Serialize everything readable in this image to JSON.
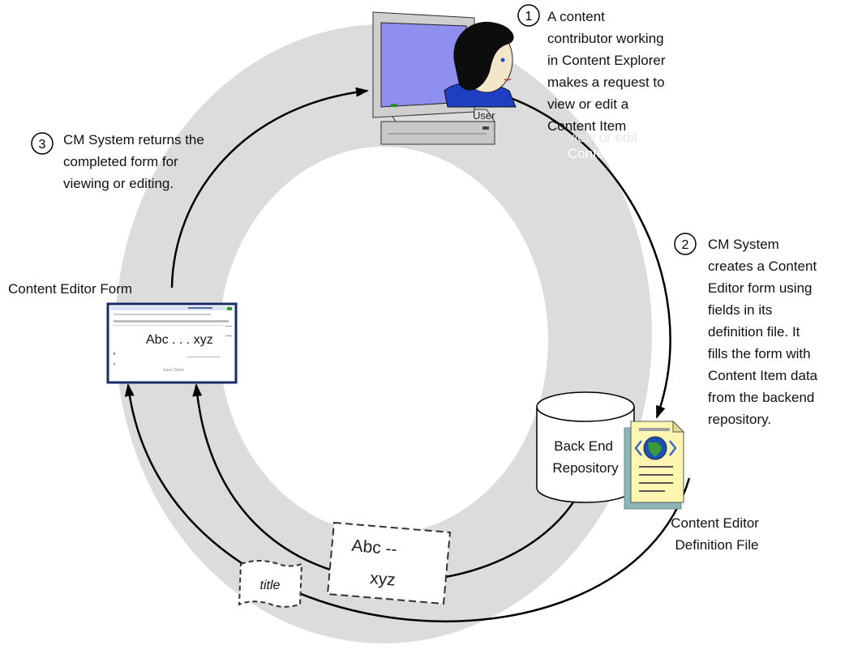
{
  "steps": [
    {
      "number": "1",
      "lines": [
        "A content",
        "contributor working",
        "in Content Explorer",
        "makes a request to",
        "view or edit a",
        "Content Item"
      ]
    },
    {
      "number": "2",
      "lines": [
        "CM System",
        "creates a Content",
        "Editor form using",
        "fields in its",
        "definition file.  It",
        "fills the form with",
        "Content Item data",
        "from the backend",
        "repository."
      ]
    },
    {
      "number": "3",
      "lines": [
        "CM System returns the",
        "completed form for",
        "viewing or editing."
      ]
    }
  ],
  "user_label": "User",
  "ghost_text": [
    "view or edit",
    "Content Item"
  ],
  "form_label": "Content Editor Form",
  "form_preview_text": "Abc . . . xyz",
  "form_footer_text": "Save Close",
  "repository_label": [
    "Back End",
    "Repository"
  ],
  "definition_label": [
    "Content Editor",
    "Definition File"
  ],
  "data_packet": [
    "Abc  --",
    "xyz"
  ],
  "title_tag": "title",
  "colors": {
    "ring": "#dcdcdc",
    "monitor_screen": "#8f8ff0",
    "monitor_body": "#c8c8c8",
    "doc_yellow": "#fdf6b0",
    "doc_shadow": "#8fb4b8",
    "arrow": "#000000"
  }
}
